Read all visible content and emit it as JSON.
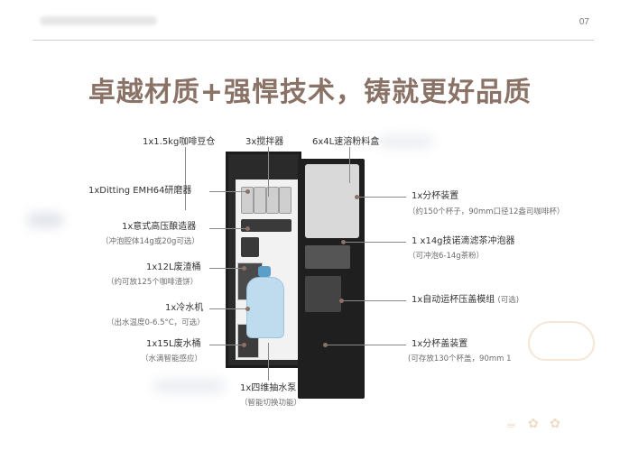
{
  "page_number": "07",
  "title": "卓越材质+强悍技术，铸就更好品质",
  "callouts": {
    "grinder_bean_hopper": {
      "label": "1x1.5kg咖啡豆仓"
    },
    "mixers": {
      "label": "3x搅拌器"
    },
    "powder_boxes": {
      "label": "6x4L速溶粉料盒"
    },
    "grinder": {
      "label": "1xDitting EMH64研磨器"
    },
    "brewer": {
      "label": "1x意式高压酿造器",
      "sub": "（冲泡腔体14g或20g可选）"
    },
    "waste_bin": {
      "label": "1x12L废渣桶",
      "sub": "（约可放125个咖啡渣饼）"
    },
    "chiller": {
      "label": "1x冷水机",
      "sub": "（出水温度0-6.5°C，可选）"
    },
    "waste_water": {
      "label": "1x15L废水桶",
      "sub": "（水满智能感应）"
    },
    "pump": {
      "label": "1x四维抽水泵",
      "sub": "（智能切换功能）"
    },
    "cup_dispenser": {
      "label": "1x分杯装置",
      "sub": "（约150个杯子，90mm口径12盎司咖啡杯）"
    },
    "tea_brewer": {
      "label": "1 x14g技诺滴滤茶冲泡器",
      "sub": "（可冲泡6-14g茶粉）"
    },
    "lid_module": {
      "label": "1x自动运杯压盖模组",
      "sub": "(可选)"
    },
    "lid_dispenser": {
      "label": "1x分杯盖装置",
      "sub": "(可存放130个杯盖，90mm 1"
    }
  },
  "colors": {
    "title": "#8a7266",
    "lines": "#8a8a8a",
    "machine_body": "#2a2a2a"
  }
}
